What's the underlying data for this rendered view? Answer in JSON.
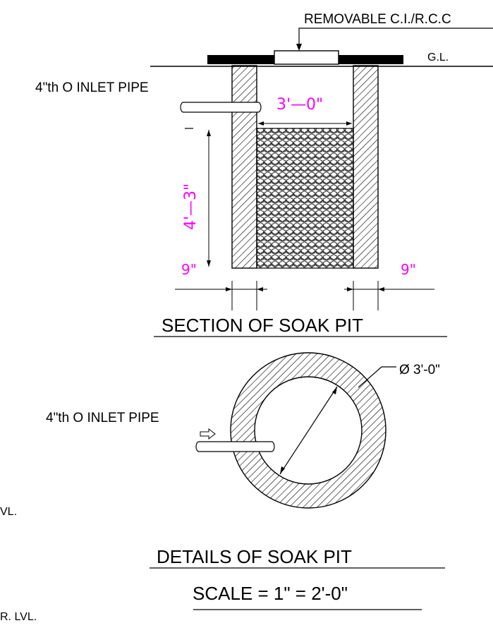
{
  "section": {
    "cover_note": "REMOVABLE C.I./R.C.C",
    "ground_level": "G.L.",
    "inlet_label": "4\"th O INLET PIPE",
    "width_dim": "3'—0\"",
    "depth_dim": "4'—3\"",
    "wall_left_dim": "9\"",
    "wall_right_dim": "9\"",
    "title": "SECTION OF SOAK PIT"
  },
  "plan": {
    "diameter_label": "Ø 3'-0\"",
    "inlet_label": "4\"th O INLET PIPE",
    "title": "DETAILS OF SOAK PIT",
    "scale": "SCALE = 1\" = 2'-0\""
  },
  "fragments": {
    "upper": "VL.",
    "lower": "R. LVL."
  },
  "colors": {
    "line": "#000000",
    "dimension": "#ff00ff",
    "background": "#ffffff"
  }
}
